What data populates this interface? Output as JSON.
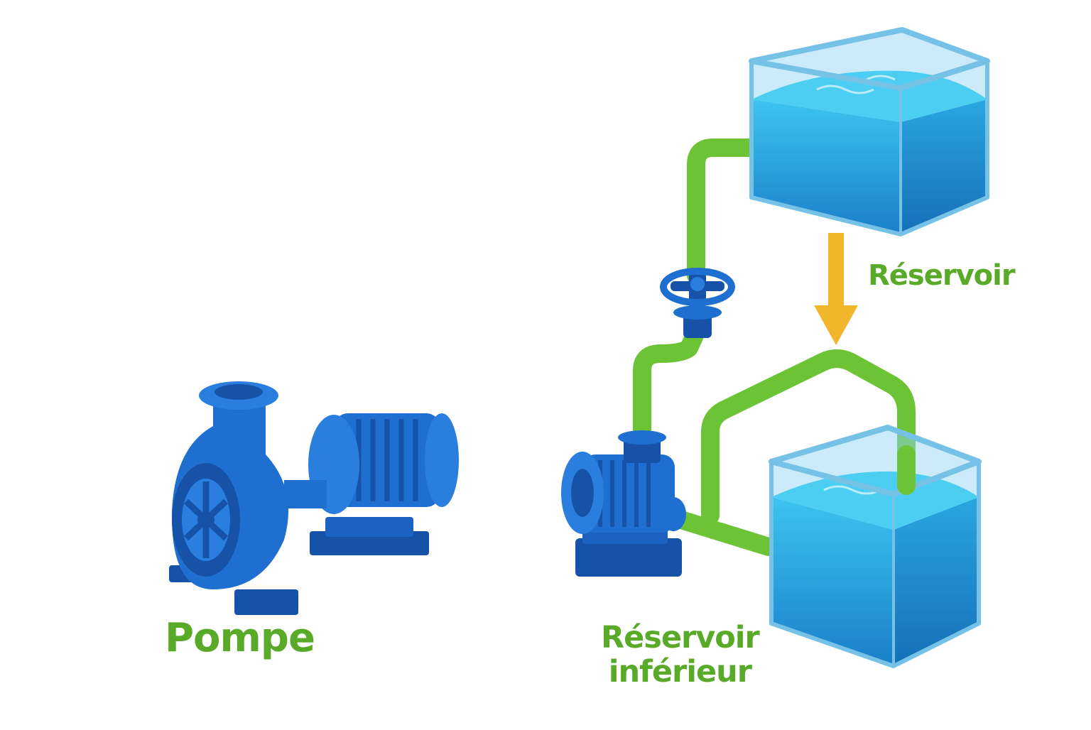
{
  "colors": {
    "pump_blue": "#1f6fd0",
    "pump_dark": "#1552a8",
    "pipe_green": "#6cc335",
    "water_blue": "#1e9fdc",
    "label_green": "#5aaa2a",
    "arrow_yellow": "#f2b62c"
  },
  "labels": {
    "pump": "Pompe",
    "tank": "Réservoir",
    "lower_tank_line1": "Réservoir",
    "lower_tank_line2": "inférieur"
  },
  "icons": {
    "pump": "centrifugal-pump-icon",
    "valve": "valve-icon",
    "arrow": "down-arrow-icon"
  }
}
